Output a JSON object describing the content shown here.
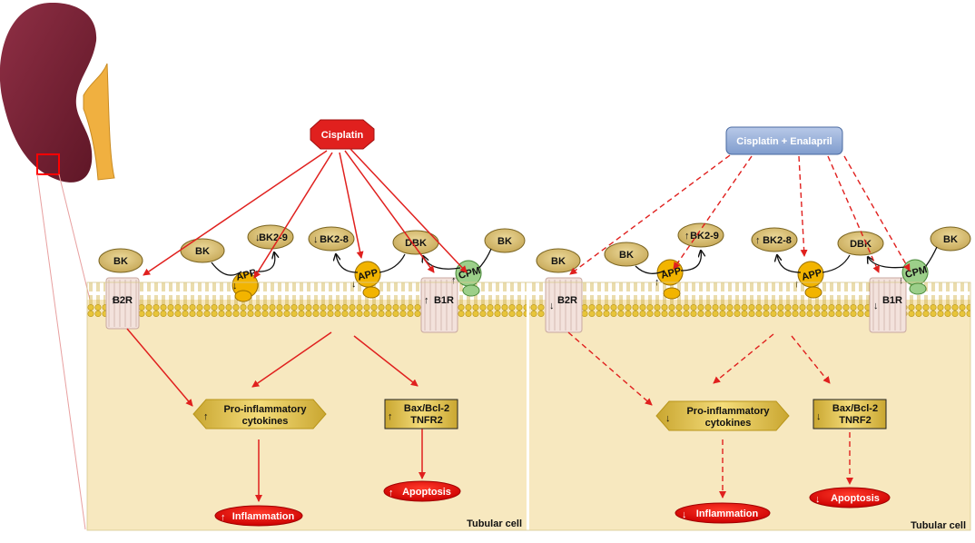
{
  "left_panel": {
    "trigger": "Cisplatin",
    "cell_label": "Tubular cell",
    "receptor_b2r": "B2R",
    "receptor_b1r": "B1R",
    "bk_top": "BK",
    "bk_left": "BK",
    "bk_right": "BK",
    "dbk": "DBK",
    "app1": "APP",
    "app2": "APP",
    "cpm": "CPM",
    "bk29": "BK2-9",
    "bk28": "BK2-8",
    "cytokines_line1": "Pro-inflammatory",
    "cytokines_line2": "cytokines",
    "bax_line1": "Bax/Bcl-2",
    "bax_line2": "TNFR2",
    "inflammation": "Inflammation",
    "apoptosis": "Apoptosis"
  },
  "right_panel": {
    "trigger": "Cisplatin + Enalapril",
    "cell_label": "Tubular cell",
    "receptor_b2r": "B2R",
    "receptor_b1r": "B1R",
    "bk_top": "BK",
    "bk_left": "BK",
    "bk_right": "BK",
    "dbk": "DBK",
    "app1": "APP",
    "app2": "APP",
    "cpm": "CPM",
    "bk29": "BK2-9",
    "bk28": "BK2-8",
    "cytokines_line1": "Pro-inflammatory",
    "cytokines_line2": "cytokines",
    "bax_line1": "Bax/Bcl-2",
    "bax_line2": "TNRF2",
    "inflammation": "Inflammation",
    "apoptosis": "Apoptosis"
  },
  "colors": {
    "cell_fill": "#f7e8bf",
    "membrane_head": "#e8c53a",
    "red_arrow": "#e0201e",
    "trigger_red": "#e0201e",
    "trigger_blue": "#8aa6d4",
    "kidney": "#7a2336",
    "ureter": "#f0b040",
    "oval_fill": "#d8c07a",
    "app_fill": "#f2b400",
    "cpm_fill": "#9ccf8a",
    "outcome_red": "#e60000"
  }
}
